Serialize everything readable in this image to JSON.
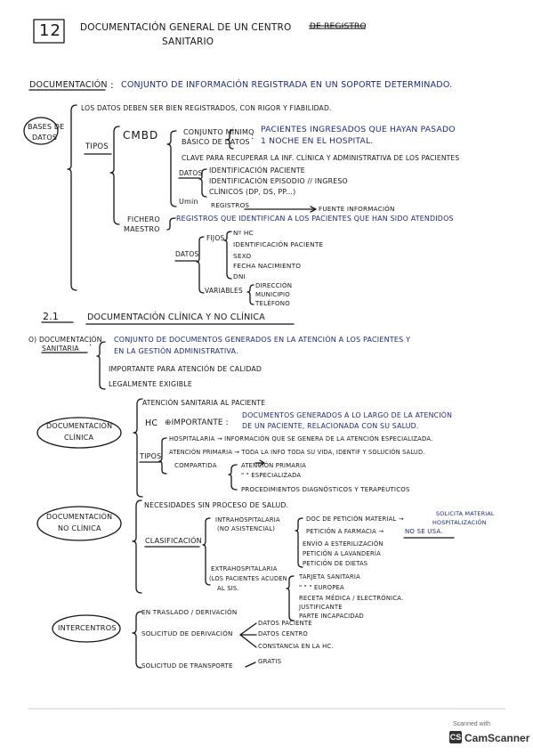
{
  "header": {
    "number": "12",
    "title_line1": "DOCUMENTACIÓN GENERAL DE UN CENTRO",
    "title_strike": "DE REGISTRO",
    "title_line2": "SANITARIO"
  },
  "definition": {
    "term": "DOCUMENTACIÓN",
    "colon": ":",
    "text": "CONJUNTO DE INFORMACIÓN REGISTRADA EN UN SOPORTE DETERMINADO."
  },
  "bases": {
    "label_1": "BASES DE",
    "label_2": "DATOS",
    "intro": "LOS DATOS DEBEN SER BIEN REGISTRADOS, CON RIGOR Y FIABILIDAD.",
    "tipos": "TIPOS",
    "cmbd": "CMBD",
    "cm_1": "CONJUNTO MÍNIMO",
    "cm_2": "BÁSICO DE DATOS",
    "cm_colon": ":",
    "cm_desc_1": "PACIENTES INGRESADOS QUE HAYAN PASADO",
    "cm_desc_2": "1 NOCHE EN EL HOSPITAL.",
    "clave": "CLAVE PARA RECUPERAR LA INF. CLÍNICA Y ADMINISTRATIVA DE LOS PACIENTES",
    "datos": "DATOS",
    "d_1": "IDENTIFICACIÓN PACIENTE",
    "d_2": "IDENTIFICACIÓN EPISODIO // INGRESO",
    "d_3": "CLÍNICOS (DP, DS, PP...)",
    "umin": "Umin",
    "registros": "REGISTROS",
    "fuente": "FUENTE INFORMACIÓN",
    "fichero_1": "FICHERO",
    "fichero_2": "MAESTRO",
    "fm_desc": "REGISTROS QUE IDENTIFICAN A LOS PACIENTES QUE HAN SIDO ATENDIDOS",
    "datos2": "DATOS",
    "fijos": "FIJOS",
    "f_1": "Nº HC",
    "f_2": "IDENTIFICACIÓN PACIENTE",
    "f_3": "SEXO",
    "f_4": "FECHA NACIMIENTO",
    "f_5": "DNI",
    "variables": "VARIABLES",
    "v_1": "DIRECCIÓN",
    "v_2": "MUNICIPIO",
    "v_3": "TELÉFONO"
  },
  "section": {
    "number": "2.1",
    "title": "DOCUMENTACIÓN CLÍNICA Y NO CLÍNICA"
  },
  "docsan": {
    "label_1": "O) DOCUMENTACIÓN",
    "label_2": "SANITARIA",
    "colon": ":",
    "def_1": "CONJUNTO DE DOCUMENTOS GENERADOS EN LA ATENCIÓN A LOS PACIENTES Y",
    "def_2": "EN LA GESTIÓN ADMINISTRATIVA.",
    "imp": "IMPORTANTE PARA ATENCIÓN DE CALIDAD",
    "legal": "LEGALMENTE EXIGIBLE"
  },
  "clinica": {
    "oval_1": "DOCUMENTACIÓN",
    "oval_2": "CLÍNICA",
    "atencion": "ATENCIÓN SANITARIA AL PACIENTE",
    "hc": "HC",
    "importante": "⊕IMPORTANTE :",
    "hc_desc_1": "DOCUMENTOS GENERADOS A LO LARGO DE LA ATENCIÓN",
    "hc_desc_2": "DE UN PACIENTE, RELACIONADA CON SU SALUD.",
    "tipos": "TIPOS",
    "t_1": "HOSPITALARIA → INFORMACIÓN QUE SE GENERA DE LA ATENCIÓN ESPECIALIZADA.",
    "t_2": "ATENCIÓN PRIMARIA → TODA LA INFO TODA SU VIDA, IDENTIF Y SOLUCIÓN SALUD.",
    "t_3": "COMPARTIDA",
    "c_1": "ATENCIÓN PRIMARIA",
    "c_2": "\"          \" ESPECIALIZADA",
    "c_3": "PROCEDIMIENTOS DIAGNÓSTICOS Y TERAPÉUTICOS"
  },
  "noclinica": {
    "oval_1": "DOCUMENTACIÓN",
    "oval_2": "NO CLÍNICA",
    "necesidades": "NECESIDADES SIN PROCESO DE SALUD.",
    "clasificacion": "CLASIFICACIÓN",
    "intra_1": "INTRAHOSPITALARIA",
    "intra_2": "(NO ASISTENCIAL)",
    "i_1": "DOC DE PETICIÓN MATERIAL →",
    "i_1b_1": "SOLICITA MATERIAL",
    "i_1b_2": "HOSPITALIZACIÓN",
    "i_2": "PETICIÓN A FARMACIA →",
    "i_2b": "NO SE USA.",
    "i_3": "ENVÍO A ESTERILIZACIÓN",
    "i_4": "PETICIÓN A LAVANDERÍA",
    "i_5": "PETICIÓN DE DIETAS",
    "extra_1": "EXTRAHOSPITALARIA",
    "extra_2": "(LOS PACIENTES ACUDEN",
    "extra_3": "AL SIS.",
    "e_1": "TARJETA SANITARIA",
    "e_2": "\"     \"      \" EUROPEA",
    "e_3": "RECETA MÉDICA / ELECTRÓNICA.",
    "e_4": "JUSTIFICANTE",
    "e_5": "PARTE INCAPACIDAD"
  },
  "intercentros": {
    "oval": "INTERCENTROS",
    "traslado": "EN TRASLADO / DERIVACIÓN",
    "solicitud": "SOLICITUD DE DERIVACIÓN",
    "s_1": "DATOS PACIENTE",
    "s_2": "DATOS CENTRO",
    "s_3": "CONSTANCIA EN LA HC.",
    "transporte": "SOLICITUD DE TRANSPORTE",
    "gratis": "GRATIS"
  },
  "scanner": {
    "caption": "Scanned with",
    "name": "CamScanner",
    "badge": "CS"
  }
}
